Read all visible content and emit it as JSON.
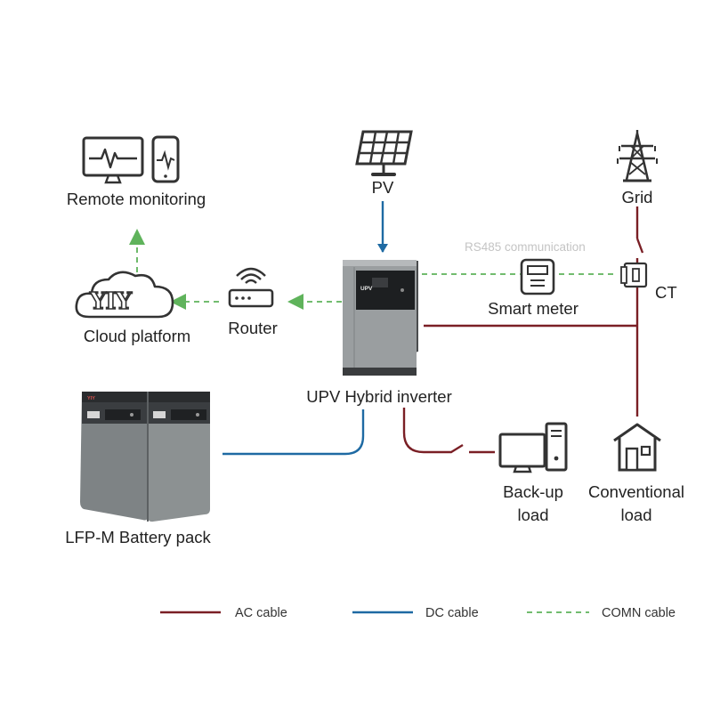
{
  "labels": {
    "remote_monitoring": "Remote monitoring",
    "pv": "PV",
    "grid": "Grid",
    "rs485": "RS485 communication",
    "ct": "CT",
    "smart_meter": "Smart meter",
    "cloud_platform": "Cloud platform",
    "router": "Router",
    "inverter": "UPV Hybrid inverter",
    "backup_load_1": "Back-up",
    "backup_load_2": "load",
    "conventional_load_1": "Conventional",
    "conventional_load_2": "load",
    "battery": "LFP-M Battery pack",
    "cloud_logo": "YIY",
    "inverter_brand": "UPV",
    "battery_brand": "YIY"
  },
  "legend": {
    "ac": "AC cable",
    "dc": "DC cable",
    "comn": "COMN cable"
  },
  "colors": {
    "ac_cable": "#7a1f25",
    "dc_cable": "#1e6aa3",
    "comn_cable": "#5fb35b",
    "icon": "#333333",
    "device_gray": "#8c9192"
  }
}
